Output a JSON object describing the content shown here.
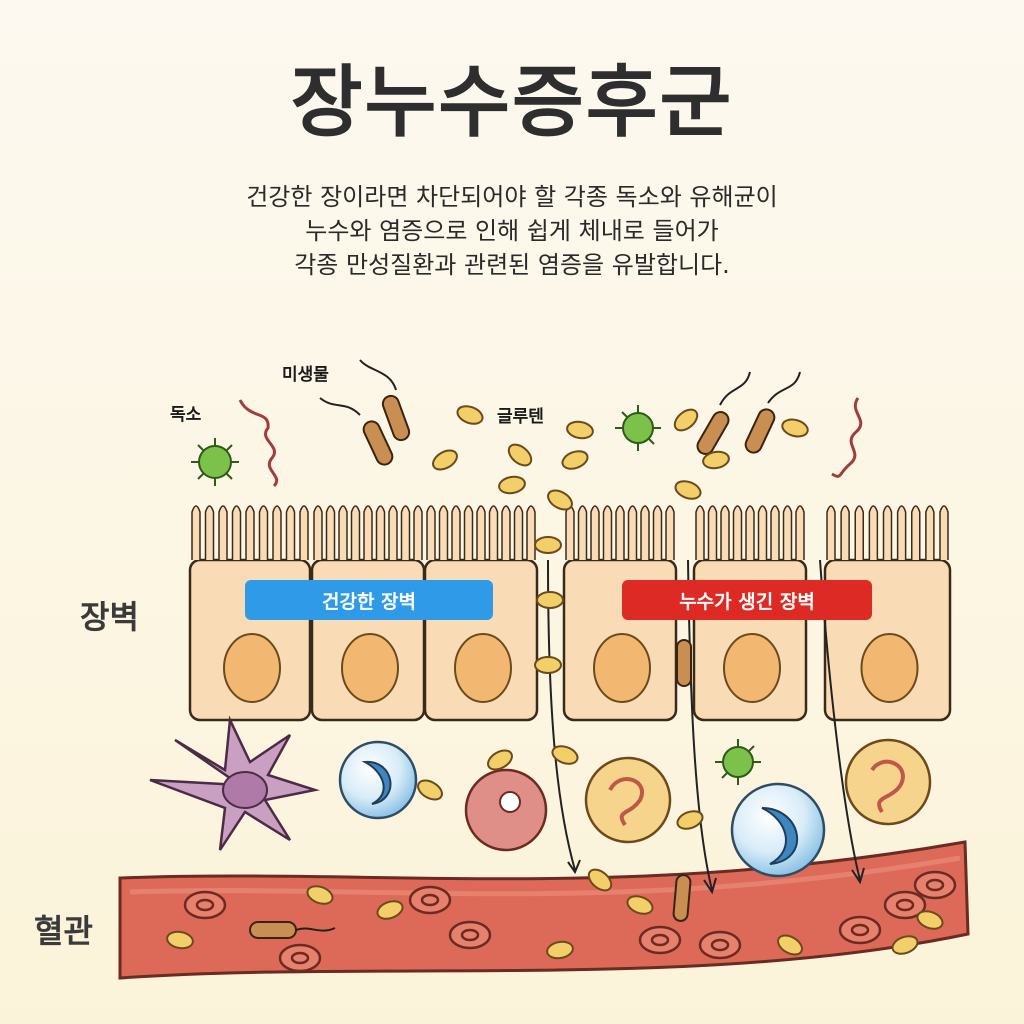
{
  "title": "장누수증후군",
  "description": [
    "건강한 장이라면 차단되어야 할 각종 독소와 유해균이",
    "누수와 염증으로 인해 쉽게 체내로 들어가",
    "각종 만성질환과 관련된 염증을 유발합니다."
  ],
  "labels": {
    "toxin": "독소",
    "microbe": "미생물",
    "gluten": "글루텐",
    "intestinal_wall": "장벽",
    "blood_vessel": "혈관"
  },
  "badges": {
    "healthy": {
      "text": "건강한 장벽",
      "color": "#2f9be8"
    },
    "leaky": {
      "text": "누수가 생긴 장벽",
      "color": "#dd2a24"
    }
  },
  "colors": {
    "cell_fill": "#f9dcb5",
    "nucleus": "#f2b872",
    "vessel": "#dd6a58",
    "gluten": "#f3cf6a",
    "virus": "#7cc24a"
  }
}
